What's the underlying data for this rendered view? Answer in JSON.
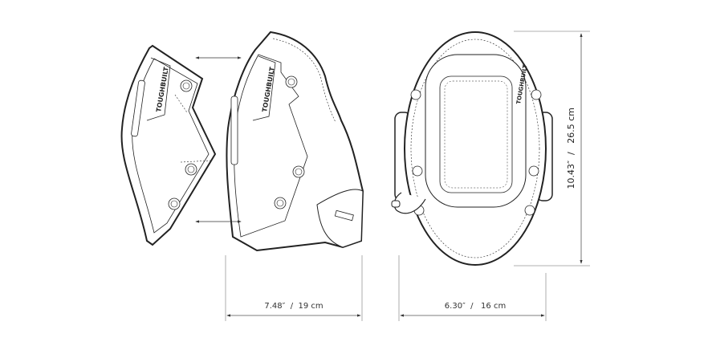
{
  "brand_logo": "TOUGHBUILT",
  "dimensions": {
    "depth": "7.48″  /  19 cm",
    "width": "6.30″  /   16 cm",
    "height": "10.43″  /   26.5 cm"
  },
  "colors": {
    "line": "#222222",
    "guide": "#999999"
  }
}
